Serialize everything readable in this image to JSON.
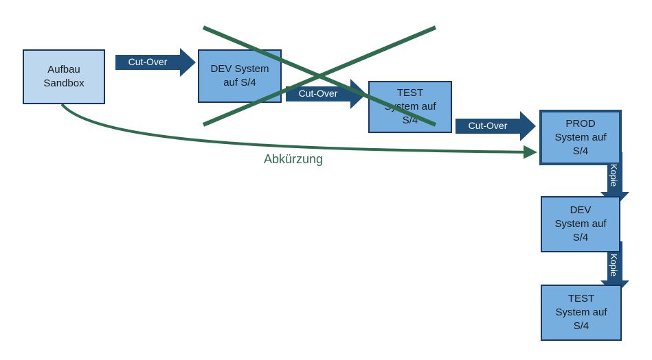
{
  "boxes": {
    "sandbox": "Aufbau\nSandbox",
    "dev_top": "DEV System\nauf S/4",
    "test_top": "TEST\nSystem auf\nS/4",
    "prod": "PROD\nSystem auf\nS/4",
    "dev_bottom": "DEV\nSystem auf\nS/4",
    "test_bottom": "TEST\nSystem auf\nS/4"
  },
  "arrows": {
    "cutover_1": "Cut-Over",
    "cutover_2": "Cut-Over",
    "cutover_3": "Cut-Over",
    "kopie_1": "Kopie",
    "kopie_2": "Kopie"
  },
  "shortcut_label": "Abkürzung",
  "colors": {
    "arrow": "#1f4e79",
    "cross": "#2f6b4f",
    "box_light": "#bdd7ee",
    "box_mid": "#76aee0"
  }
}
